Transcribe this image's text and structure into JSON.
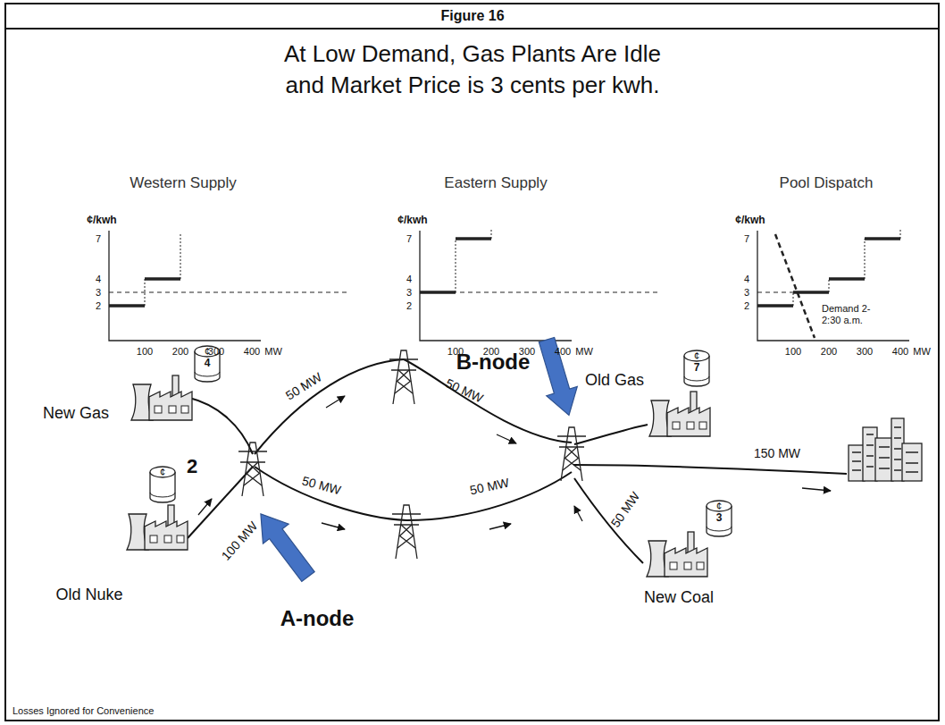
{
  "diagram": {
    "title": "Figure 16",
    "labels": [
      "At Low Demand, Gas Plants Are Idle and Market Price is 3 cents per kwh.",
      "Western Supply",
      "¢/kwh",
      "7",
      "4",
      "3",
      "2",
      "100",
      "200",
      "300",
      "400",
      "MW",
      "Eastern Supply",
      "¢/kwh",
      "7",
      "4",
      "3",
      "2",
      "100",
      "200",
      "300",
      "400",
      "MW",
      "Pool Dispatch",
      "¢/kwh",
      "7",
      "4",
      "3",
      "2",
      "100",
      "200",
      "300",
      "400",
      "MW",
      "Demand 2-2:30 a.m.",
      "B-node",
      "New Gas",
      "¢",
      "4",
      "2",
      "Old Nuke",
      "¢",
      "Old Gas",
      "¢",
      "7",
      "New Coal",
      "¢",
      "3",
      "50 MW",
      "50 MW",
      "50 MW",
      "50 MW",
      "100 MW",
      "50 MW",
      "150 MW",
      "A-node",
      "Losses Ignored for Convenience"
    ]
  }
}
